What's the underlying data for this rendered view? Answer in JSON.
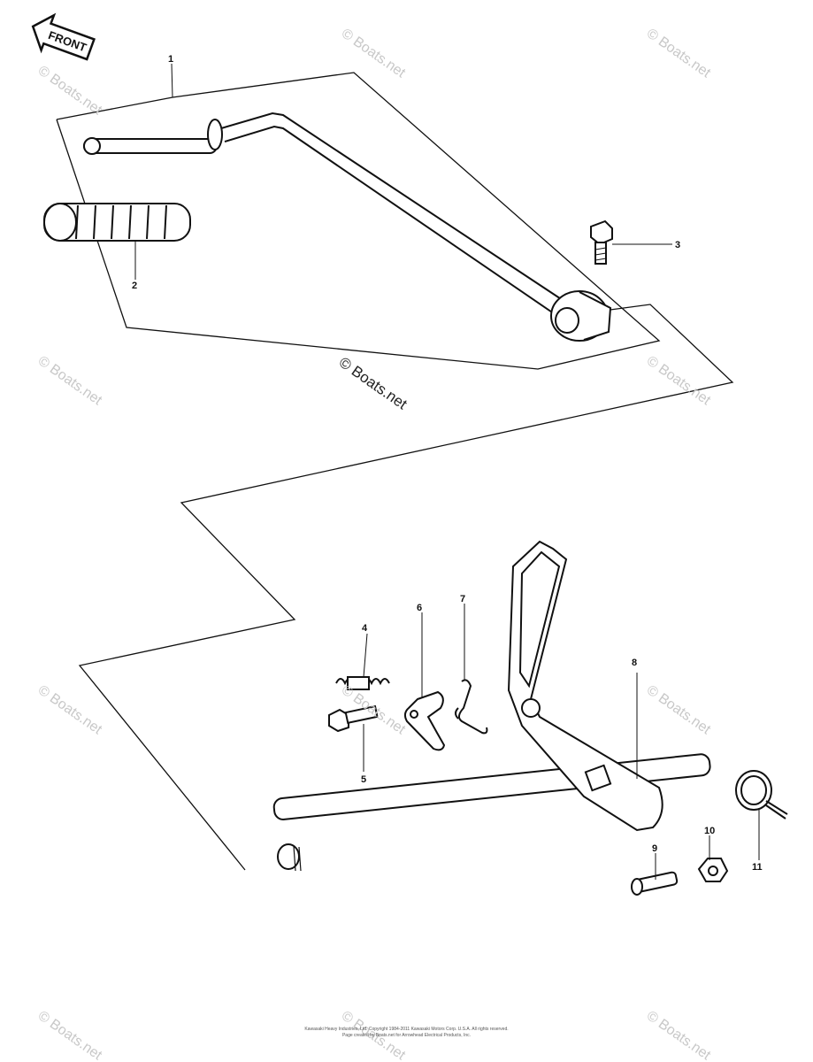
{
  "front_label": "FRONT",
  "callouts": [
    "1",
    "2",
    "3",
    "4",
    "5",
    "6",
    "7",
    "8",
    "9",
    "10",
    "11"
  ],
  "watermark_text": "© Boats.net",
  "center_watermark": "© Boats.net",
  "footer": {
    "line1": "Kawasaki Heavy Industries, Ltd. Copyright 1984-2011 Kawasaki Motors Corp. U.S.A. All rights reserved.",
    "line2": "Page created by Boats.net for Arrowhead Electrical Products, Inc."
  }
}
